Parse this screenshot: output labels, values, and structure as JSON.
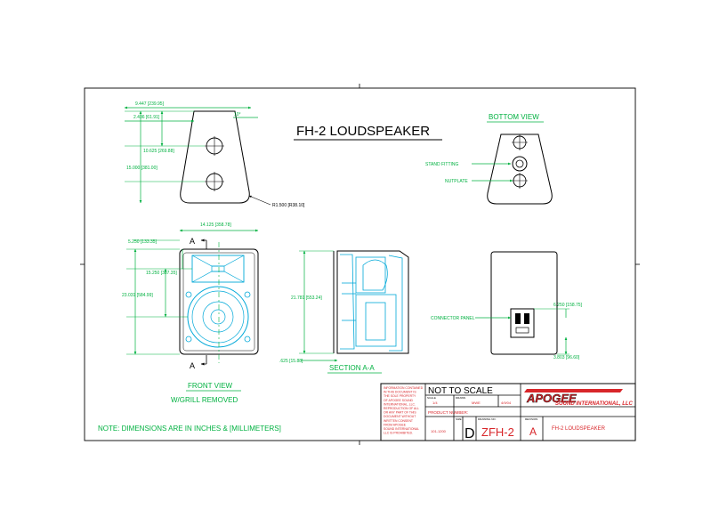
{
  "colors": {
    "dimension": "#00b140",
    "section": "#00a8d8",
    "outline": "#000000",
    "brand": "#d8262a",
    "redtext": "#d8262a"
  },
  "title": "FH-2 LOUDSPEAKER",
  "top_view": {
    "dims": {
      "overall_width": "9.447 [239.95]",
      "offset": "2.436 [61.91]",
      "angle": "10°",
      "inner": "10.625 [269.88]",
      "height": "15.000 [381.00]",
      "radius": "R1.500 [R38.10]"
    }
  },
  "bottom_view": {
    "label": "BOTTOM VIEW",
    "callouts": {
      "stand": "STAND FITTING",
      "nutplate": "NUTPLATE"
    }
  },
  "front_view": {
    "section_marker": "A",
    "dims": {
      "width": "14.125 [358.78]",
      "upper": "5.250 [133.35]",
      "mid": "15.250 [387.35]",
      "overall": "23.031 [584.99]"
    },
    "label": "FRONT VIEW",
    "sublabel": "W/GRILL REMOVED"
  },
  "section_view": {
    "dims": {
      "height": "21.781 [553.24]",
      "base": ".625 [15.88]"
    },
    "label": "SECTION A-A"
  },
  "rear_view": {
    "callout": "CONNECTOR PANEL",
    "dims": {
      "upper": "6.250 [158.75]",
      "lower": "3.803 [96.60]"
    }
  },
  "note": "NOTE: DIMENSIONS ARE IN INCHES & [MILLIMETERS]",
  "title_block": {
    "notice_lines": [
      "INFORMATION CONTAINED",
      "IN THIS DOCUMENT IS",
      "THE SOLE PROPERTY",
      "OF APOGEE SOUND",
      "INTERNATIONAL, LLC.",
      "REPRODUCTION OF ALL",
      "OR ANY PART OF THIS",
      "DOCUMENT WITHOUT",
      "WRITTEN CONSENT",
      "FROM APOGEE",
      "SOUND INTERNATIONAL",
      "LLC IS PROHIBITED."
    ],
    "not_to_scale": "NOT TO SCALE",
    "scale_label": "SCALE",
    "scale_value": "1/4",
    "drawn_label": "DRAWN",
    "drawn_value": "MWE",
    "date_value": "4/9/04",
    "product_number_label": "PRODUCT NUMBER:",
    "product_number_value": "101-1200",
    "size_label": "SIZE",
    "size_value": "D",
    "drawing_no_label": "DRAWING NO.",
    "drawing_no_value": "ZFH-2",
    "revision_label": "REVISION",
    "revision_value": "A",
    "description": "FH-2 LOUDSPEAKER",
    "brand": "APOGEE",
    "brand_sub": "SOUND INTERNATIONAL, LLC"
  }
}
